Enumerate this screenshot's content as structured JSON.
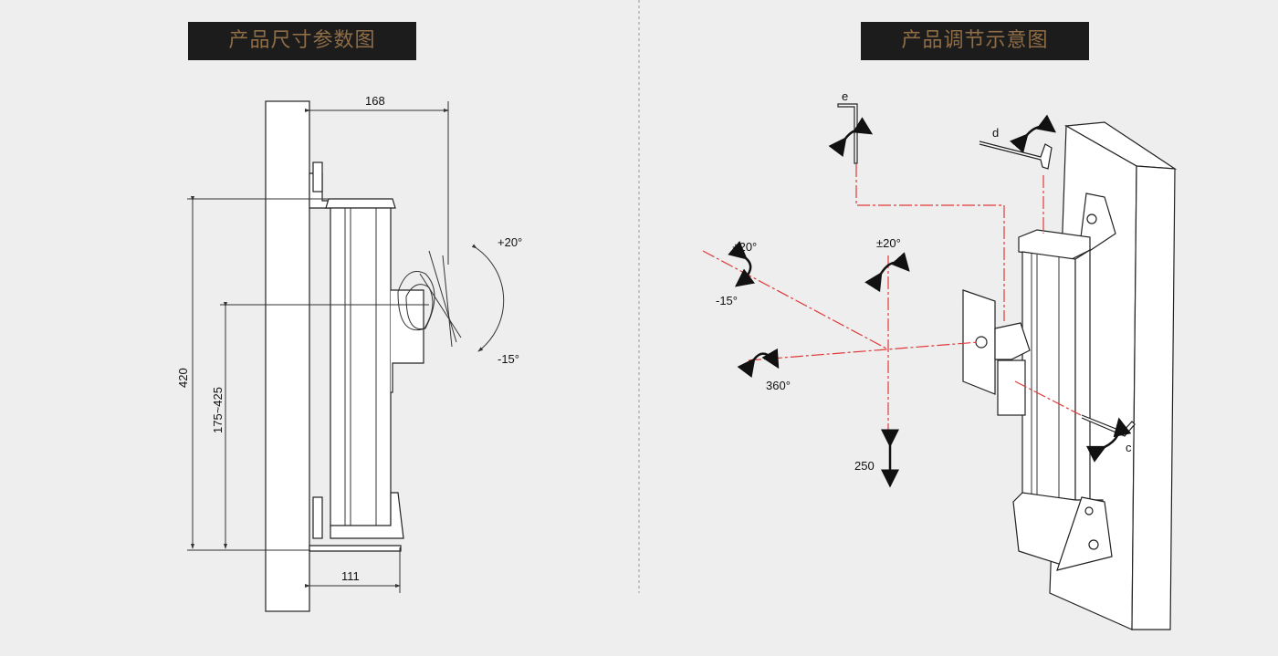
{
  "left_panel": {
    "title": "产品尺寸参数图",
    "dimensions": {
      "top_depth": "168",
      "total_height": "420",
      "mount_height": "175~425",
      "bottom_depth": "111"
    },
    "tilt": {
      "up": "+20°",
      "down": "-15°"
    }
  },
  "right_panel": {
    "title": "产品调节示意图",
    "wrench_labels": {
      "e": "e",
      "d": "d",
      "c": "c"
    },
    "angles": {
      "tilt_up": "+20°",
      "tilt_down": "-15°",
      "pan": "±20°",
      "rotate": "360°"
    },
    "height_adjust": "250"
  },
  "colors": {
    "header_bg": "#1c1c1c",
    "header_text": "#8f6d46",
    "axis_line": "#e03a3a",
    "background": "#eeeeee"
  }
}
